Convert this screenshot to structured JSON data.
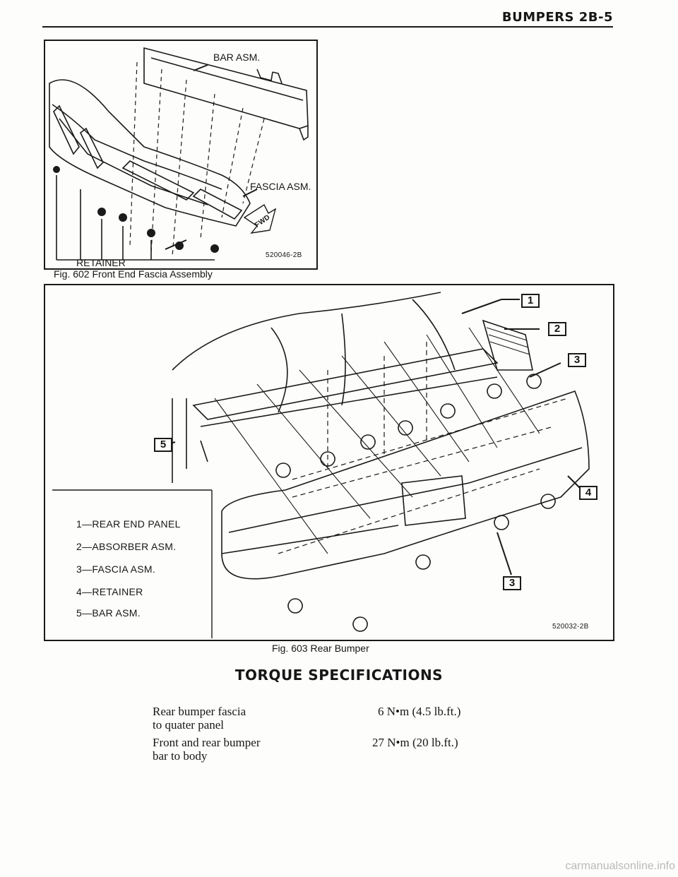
{
  "header": {
    "title": "BUMPERS 2B-5"
  },
  "fig602": {
    "bar_label": "BAR ASM.",
    "fascia_label": "FASCIA ASM.",
    "retainer_label": "RETAINER",
    "fwd_label": "FWD",
    "part_number": "520046-2B",
    "caption": "Fig. 602 Front End Fascia Assembly"
  },
  "fig603": {
    "callouts": [
      "1",
      "2",
      "3",
      "5",
      "4",
      "3"
    ],
    "legend": [
      "1—REAR END PANEL",
      "2—ABSORBER ASM.",
      "3—FASCIA ASM.",
      "4—RETAINER",
      "5—BAR ASM."
    ],
    "part_number": "520032-2B",
    "caption": "Fig. 603 Rear Bumper"
  },
  "torque": {
    "title": "TORQUE SPECIFICATIONS",
    "rows": [
      {
        "item_line1": "Rear bumper fascia",
        "item_line2": "to quater panel",
        "value": "6 N•m (4.5 lb.ft.)"
      },
      {
        "item_line1": "Front and rear bumper",
        "item_line2": "bar to body",
        "value": "27 N•m (20 lb.ft.)"
      }
    ]
  },
  "footer": {
    "watermark": "carmanualsonline.info"
  }
}
